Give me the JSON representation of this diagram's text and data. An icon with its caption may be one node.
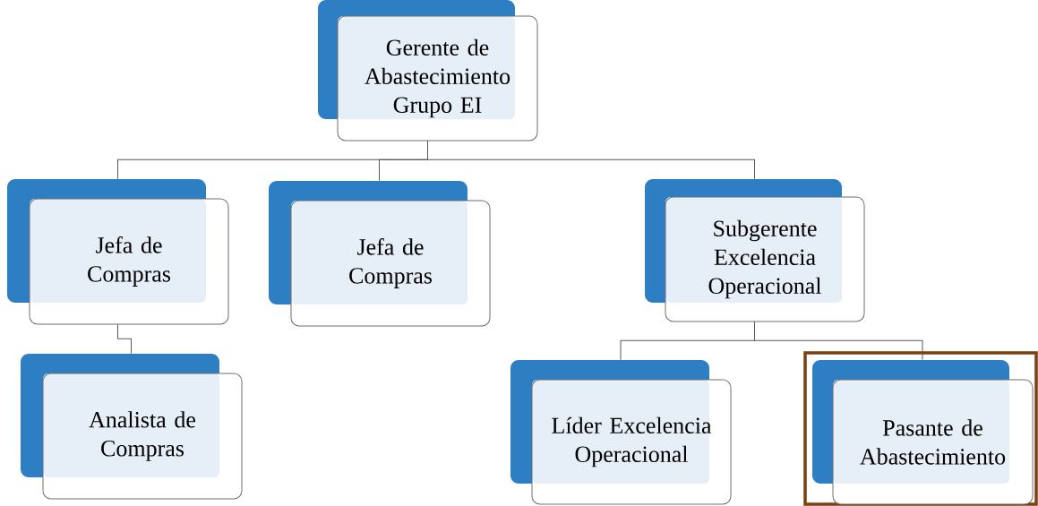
{
  "diagram": {
    "nodes": [
      {
        "text": [
          "Gerente de Abastecimiento Grupo EI"
        ]
      },
      {
        "text": [
          "Jefa de Compras"
        ]
      },
      {
        "text": [
          "Jefa de Compras"
        ]
      },
      {
        "text": [
          "Subgerente Excelencia Operacional"
        ]
      },
      {
        "text": [
          "Analista de Compras"
        ]
      },
      {
        "text": [
          "Líder Excelencia Operacional"
        ]
      },
      {
        "text": [],
        "shape": "box"
      },
      {
        "text": [
          "Pasante de Abastecimiento"
        ],
        "in": 6
      }
    ],
    "edges": [
      {
        "from": 0,
        "to": 1,
        "arrow": "none"
      },
      {
        "from": 0,
        "to": 2,
        "arrow": "none"
      },
      {
        "from": 0,
        "to": 3,
        "arrow": "none"
      },
      {
        "from": 1,
        "to": 4,
        "arrow": "none"
      },
      {
        "from": 3,
        "to": 5,
        "arrow": "none"
      },
      {
        "from": 3,
        "to": 7,
        "arrow": "none"
      }
    ]
  }
}
